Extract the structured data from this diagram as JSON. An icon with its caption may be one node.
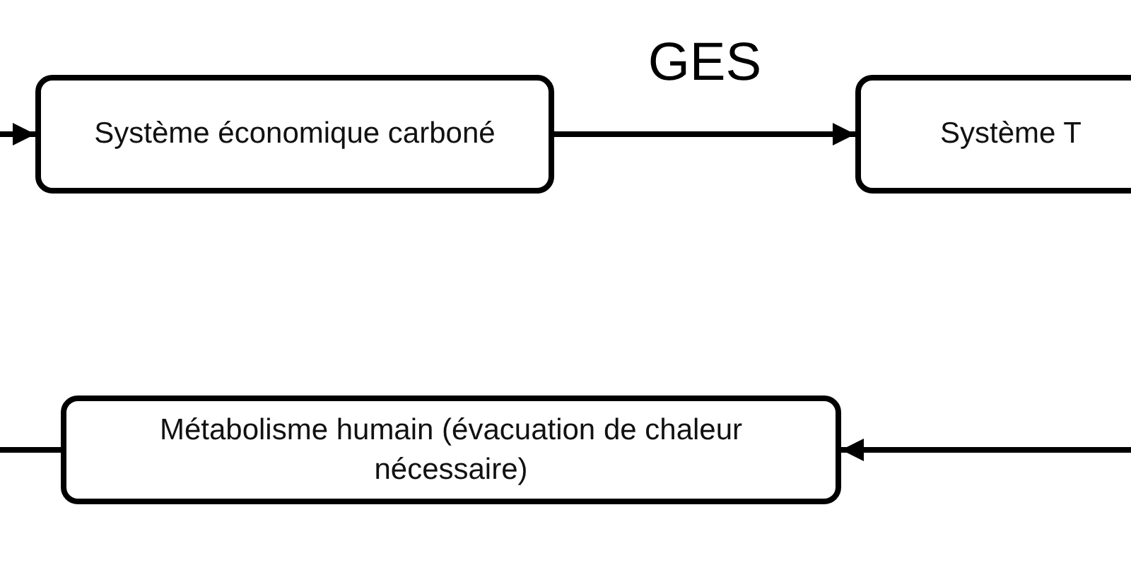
{
  "diagram": {
    "nodes": [
      {
        "text": [
          "Système économique carboné"
        ]
      },
      {
        "text": [
          "Système T"
        ]
      },
      {
        "text": [
          "Métabolisme humain (évacuation de chaleur nécessaire)"
        ]
      }
    ],
    "edges": [
      {
        "from": null,
        "to": 0,
        "arrow": "to"
      },
      {
        "from": 0,
        "to": 1,
        "arrow": "to",
        "label": "GES"
      },
      {
        "from": null,
        "to": 2,
        "arrow": "to"
      },
      {
        "from": 2,
        "to": null,
        "arrow": "none"
      }
    ]
  }
}
